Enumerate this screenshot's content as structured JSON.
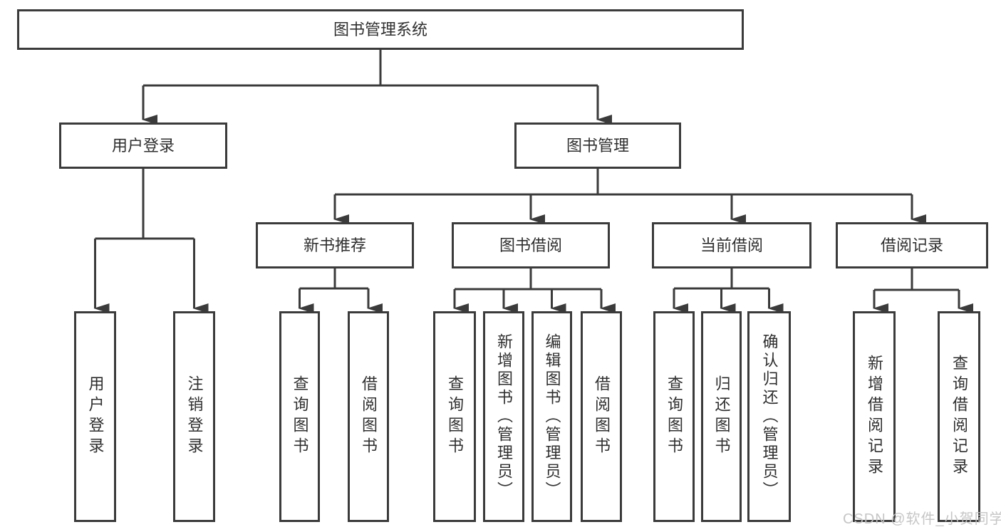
{
  "diagram_type": "hierarchy-tree",
  "tree": {
    "label": "图书管理系统",
    "children": [
      {
        "label": "用户登录",
        "children": [
          {
            "label": "用户登录"
          },
          {
            "label": "注销登录"
          }
        ]
      },
      {
        "label": "图书管理",
        "children": [
          {
            "label": "新书推荐",
            "children": [
              {
                "label": "查询图书"
              },
              {
                "label": "借阅图书"
              }
            ]
          },
          {
            "label": "图书借阅",
            "children": [
              {
                "label": "查询图书"
              },
              {
                "label": "新增图书（管理员）"
              },
              {
                "label": "编辑图书（管理员）"
              },
              {
                "label": "借阅图书"
              }
            ]
          },
          {
            "label": "当前借阅",
            "children": [
              {
                "label": "查询图书"
              },
              {
                "label": "归还图书"
              },
              {
                "label": "确认归还（管理员）"
              }
            ]
          },
          {
            "label": "借阅记录",
            "children": [
              {
                "label": "新增借阅记录"
              },
              {
                "label": "查询借阅记录"
              }
            ]
          }
        ]
      }
    ]
  },
  "watermark": "CSDN @软件_小贺同学",
  "colors": {
    "line": "#3b3b3b",
    "box_border": "#3b3b3b",
    "text": "#2f2f2f",
    "background": "#ffffff",
    "watermark": "#c3c3c3"
  }
}
